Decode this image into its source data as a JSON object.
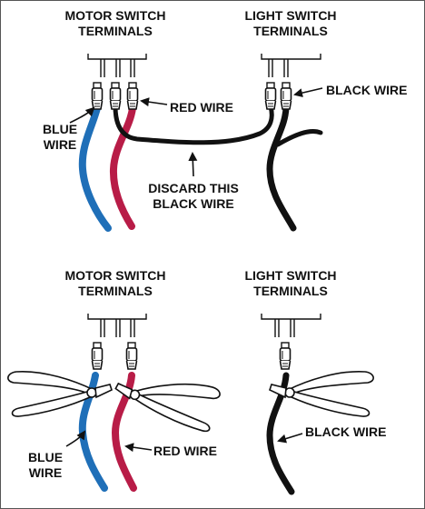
{
  "colors": {
    "blue_wire": "#1f6fb8",
    "red_wire": "#b81c47",
    "black_wire": "#111111",
    "outline": "#111111"
  },
  "top_panel": {
    "motor_switch_header": [
      "MOTOR SWITCH",
      "TERMINALS"
    ],
    "light_switch_header": [
      "LIGHT SWITCH",
      "TERMINALS"
    ],
    "red_wire_label": "RED WIRE",
    "black_wire_label": "BLACK WIRE",
    "blue_wire_label": [
      "BLUE",
      "WIRE"
    ],
    "discard_label": [
      "DISCARD THIS",
      "BLACK WIRE"
    ]
  },
  "bottom_panel": {
    "motor_switch_header": [
      "MOTOR SWITCH",
      "TERMINALS"
    ],
    "light_switch_header": [
      "LIGHT SWITCH",
      "TERMINALS"
    ],
    "blue_wire_label": [
      "BLUE",
      "WIRE"
    ],
    "red_wire_label": "RED WIRE",
    "black_wire_label": "BLACK WIRE"
  },
  "icons": [
    "wire-cutter-icon",
    "wire-connector-icon",
    "switch-terminal-icon",
    "arrow-icon"
  ]
}
